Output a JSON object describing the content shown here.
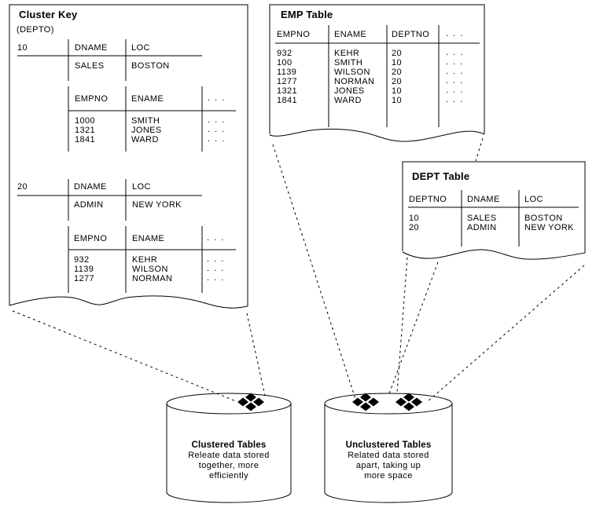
{
  "colors": {
    "line": "#000000",
    "background": "#ffffff",
    "diamond_fill": "#000000"
  },
  "icons": {
    "diamond_block": "◆",
    "disk_shape": "cylinder"
  },
  "ellipsis": ". . .",
  "cluster_key_box": {
    "title": "Cluster Key",
    "subtitle": "(DEPTO)",
    "sections": [
      {
        "key": "10",
        "dname_label": "DNAME",
        "loc_label": "LOC",
        "dept_row": {
          "dname": "SALES",
          "loc": "BOSTON"
        },
        "empno_label": "EMPNO",
        "ename_label": "ENAME",
        "emp_rows": [
          [
            "1000",
            "SMITH"
          ],
          [
            "1321",
            "JONES"
          ],
          [
            "1841",
            "WARD"
          ]
        ]
      },
      {
        "key": "20",
        "dname_label": "DNAME",
        "loc_label": "LOC",
        "dept_row": {
          "dname": "ADMIN",
          "loc": "NEW YORK"
        },
        "empno_label": "EMPNO",
        "ename_label": "ENAME",
        "emp_rows": [
          [
            "932",
            "KEHR"
          ],
          [
            "1139",
            "WILSON"
          ],
          [
            "1277",
            "NORMAN"
          ]
        ]
      }
    ]
  },
  "emp_table": {
    "title": "EMP Table",
    "headers": [
      "EMPNO",
      "ENAME",
      "DEPTNO"
    ],
    "rows": [
      [
        "932",
        "KEHR",
        "20"
      ],
      [
        "100",
        "SMITH",
        "10"
      ],
      [
        "1139",
        "WILSON",
        "20"
      ],
      [
        "1277",
        "NORMAN",
        "20"
      ],
      [
        "1321",
        "JONES",
        "10"
      ],
      [
        "1841",
        "WARD",
        "10"
      ]
    ]
  },
  "dept_table": {
    "title": "DEPT Table",
    "headers": [
      "DEPTNO",
      "DNAME",
      "LOC"
    ],
    "rows": [
      [
        "10",
        "SALES",
        "BOSTON"
      ],
      [
        "20",
        "ADMIN",
        "NEW YORK"
      ]
    ]
  },
  "disks": {
    "clustered": {
      "title": "Clustered Tables",
      "desc_lines": [
        "Releate data stored",
        "together, more",
        "efficiently"
      ]
    },
    "unclustered": {
      "title": "Unclustered Tables",
      "desc_lines": [
        "Related data stored",
        "apart, taking up",
        "more space"
      ]
    }
  }
}
